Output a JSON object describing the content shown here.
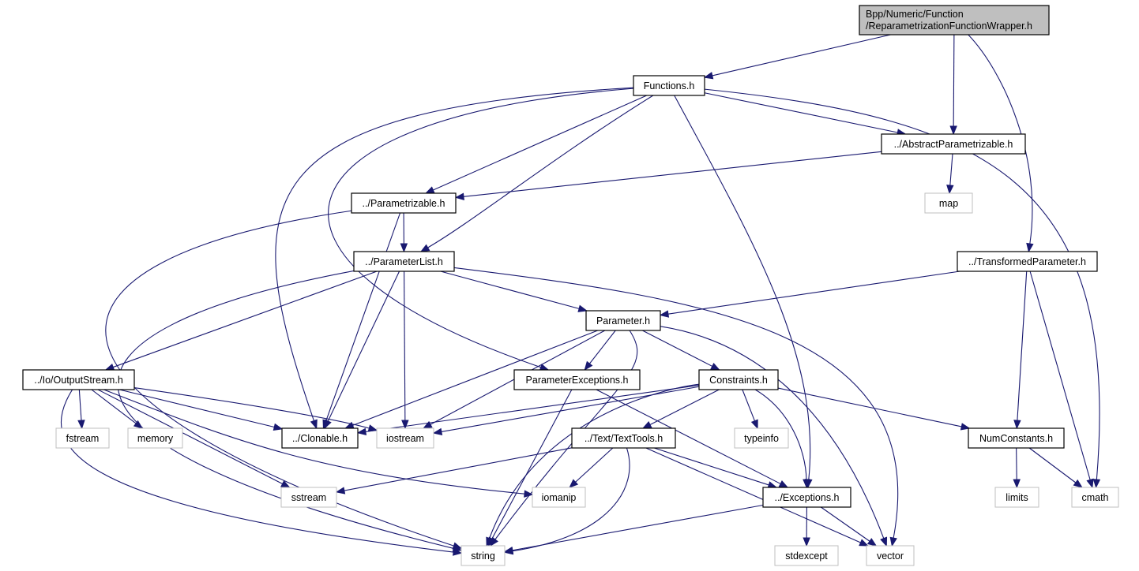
{
  "diagram": {
    "type": "include-dependency-graph",
    "colors": {
      "edge": "#191970",
      "root_fill": "#bfbfbf",
      "node_border": "#000000",
      "external_border": "#bfbfbf"
    },
    "nodes": [
      {
        "id": "root",
        "lines": [
          "Bpp/Numeric/Function",
          "/ReparametrizationFunctionWrapper.h"
        ],
        "kind": "root"
      },
      {
        "id": "functions",
        "lines": [
          "Functions.h"
        ],
        "kind": "file"
      },
      {
        "id": "abstractparam",
        "lines": [
          "../AbstractParametrizable.h"
        ],
        "kind": "file"
      },
      {
        "id": "map",
        "lines": [
          "map"
        ],
        "kind": "system"
      },
      {
        "id": "parametrizable",
        "lines": [
          "../Parametrizable.h"
        ],
        "kind": "file"
      },
      {
        "id": "paramlist",
        "lines": [
          "../ParameterList.h"
        ],
        "kind": "file"
      },
      {
        "id": "transformed",
        "lines": [
          "../TransformedParameter.h"
        ],
        "kind": "file"
      },
      {
        "id": "parameter",
        "lines": [
          "Parameter.h"
        ],
        "kind": "file"
      },
      {
        "id": "outputstream",
        "lines": [
          "../Io/OutputStream.h"
        ],
        "kind": "file"
      },
      {
        "id": "paramexceptions",
        "lines": [
          "ParameterExceptions.h"
        ],
        "kind": "file"
      },
      {
        "id": "constraints",
        "lines": [
          "Constraints.h"
        ],
        "kind": "file"
      },
      {
        "id": "fstream",
        "lines": [
          "fstream"
        ],
        "kind": "system"
      },
      {
        "id": "memory",
        "lines": [
          "memory"
        ],
        "kind": "system"
      },
      {
        "id": "clonable",
        "lines": [
          "../Clonable.h"
        ],
        "kind": "file"
      },
      {
        "id": "iostream",
        "lines": [
          "iostream"
        ],
        "kind": "system"
      },
      {
        "id": "texttools",
        "lines": [
          "../Text/TextTools.h"
        ],
        "kind": "file"
      },
      {
        "id": "typeinfo",
        "lines": [
          "typeinfo"
        ],
        "kind": "system"
      },
      {
        "id": "numconstants",
        "lines": [
          "NumConstants.h"
        ],
        "kind": "file"
      },
      {
        "id": "sstream",
        "lines": [
          "sstream"
        ],
        "kind": "system"
      },
      {
        "id": "iomanip",
        "lines": [
          "iomanip"
        ],
        "kind": "system"
      },
      {
        "id": "exceptions",
        "lines": [
          "../Exceptions.h"
        ],
        "kind": "file"
      },
      {
        "id": "limits",
        "lines": [
          "limits"
        ],
        "kind": "system"
      },
      {
        "id": "cmath",
        "lines": [
          "cmath"
        ],
        "kind": "system"
      },
      {
        "id": "string",
        "lines": [
          "string"
        ],
        "kind": "system"
      },
      {
        "id": "stdexcept",
        "lines": [
          "stdexcept"
        ],
        "kind": "system"
      },
      {
        "id": "vector",
        "lines": [
          "vector"
        ],
        "kind": "system"
      }
    ],
    "edges": [
      {
        "from": "root",
        "to": "functions"
      },
      {
        "from": "root",
        "to": "abstractparam"
      },
      {
        "from": "root",
        "to": "transformed"
      },
      {
        "from": "functions",
        "to": "abstractparam"
      },
      {
        "from": "functions",
        "to": "parametrizable"
      },
      {
        "from": "functions",
        "to": "paramlist"
      },
      {
        "from": "functions",
        "to": "cmath"
      },
      {
        "from": "functions",
        "to": "exceptions"
      },
      {
        "from": "functions",
        "to": "clonable"
      },
      {
        "from": "functions",
        "to": "paramexceptions"
      },
      {
        "from": "abstractparam",
        "to": "parametrizable"
      },
      {
        "from": "abstractparam",
        "to": "map"
      },
      {
        "from": "parametrizable",
        "to": "paramlist"
      },
      {
        "from": "parametrizable",
        "to": "clonable"
      },
      {
        "from": "parametrizable",
        "to": "string"
      },
      {
        "from": "paramlist",
        "to": "parameter"
      },
      {
        "from": "paramlist",
        "to": "outputstream"
      },
      {
        "from": "paramlist",
        "to": "clonable"
      },
      {
        "from": "paramlist",
        "to": "iostream"
      },
      {
        "from": "paramlist",
        "to": "string"
      },
      {
        "from": "paramlist",
        "to": "vector"
      },
      {
        "from": "transformed",
        "to": "parameter"
      },
      {
        "from": "transformed",
        "to": "numconstants"
      },
      {
        "from": "transformed",
        "to": "cmath"
      },
      {
        "from": "parameter",
        "to": "paramexceptions"
      },
      {
        "from": "parameter",
        "to": "constraints"
      },
      {
        "from": "parameter",
        "to": "clonable"
      },
      {
        "from": "parameter",
        "to": "iostream"
      },
      {
        "from": "parameter",
        "to": "string"
      },
      {
        "from": "parameter",
        "to": "vector"
      },
      {
        "from": "outputstream",
        "to": "fstream"
      },
      {
        "from": "outputstream",
        "to": "memory"
      },
      {
        "from": "outputstream",
        "to": "clonable"
      },
      {
        "from": "outputstream",
        "to": "iostream"
      },
      {
        "from": "outputstream",
        "to": "sstream"
      },
      {
        "from": "outputstream",
        "to": "iomanip"
      },
      {
        "from": "outputstream",
        "to": "string"
      },
      {
        "from": "paramexceptions",
        "to": "string"
      },
      {
        "from": "paramexceptions",
        "to": "exceptions"
      },
      {
        "from": "constraints",
        "to": "clonable"
      },
      {
        "from": "constraints",
        "to": "iostream"
      },
      {
        "from": "constraints",
        "to": "texttools"
      },
      {
        "from": "constraints",
        "to": "typeinfo"
      },
      {
        "from": "constraints",
        "to": "exceptions"
      },
      {
        "from": "constraints",
        "to": "numconstants"
      },
      {
        "from": "constraints",
        "to": "string"
      },
      {
        "from": "texttools",
        "to": "sstream"
      },
      {
        "from": "texttools",
        "to": "iomanip"
      },
      {
        "from": "texttools",
        "to": "exceptions"
      },
      {
        "from": "texttools",
        "to": "string"
      },
      {
        "from": "texttools",
        "to": "vector"
      },
      {
        "from": "numconstants",
        "to": "limits"
      },
      {
        "from": "numconstants",
        "to": "cmath"
      },
      {
        "from": "exceptions",
        "to": "string"
      },
      {
        "from": "exceptions",
        "to": "stdexcept"
      },
      {
        "from": "exceptions",
        "to": "vector"
      }
    ]
  }
}
